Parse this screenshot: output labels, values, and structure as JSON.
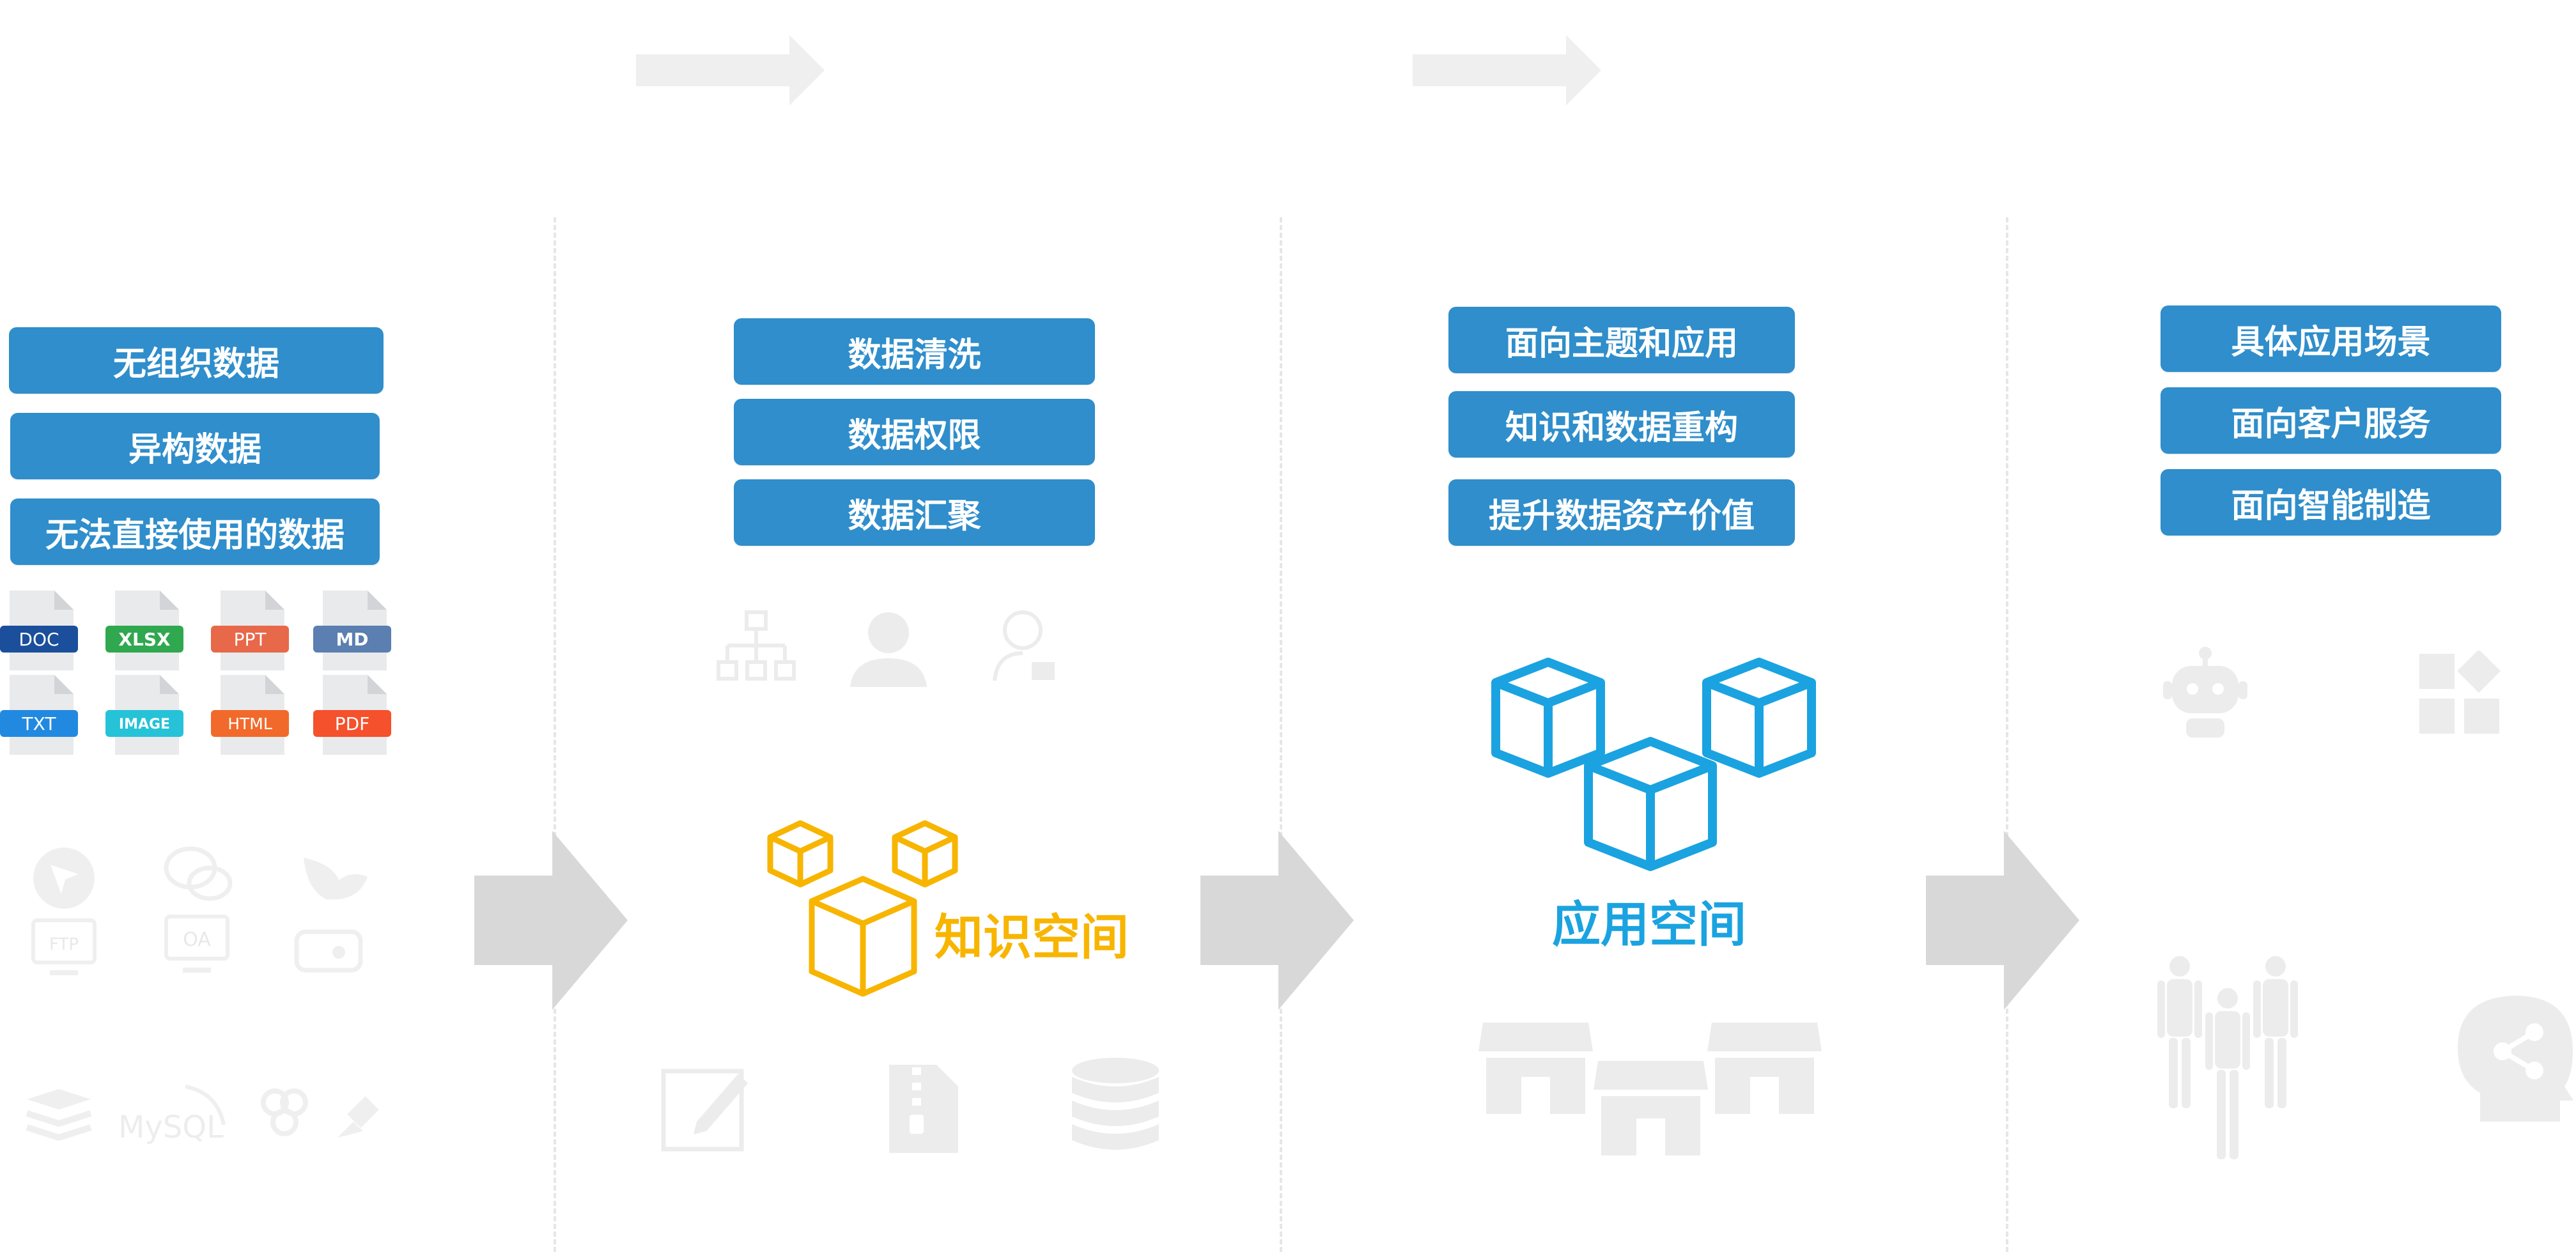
{
  "colors": {
    "pill_bg": "#2f8ecb",
    "knowledge_yellow": "#f7b500",
    "app_blue": "#1aa3e0",
    "arrow_gray": "#d8d8d8",
    "ghost_gray": "#eeeeee"
  },
  "column1": {
    "tags": [
      "无组织数据",
      "异构数据",
      "无法直接使用的数据"
    ],
    "file_types": [
      {
        "label": "DOC",
        "color": "#1b4f9c"
      },
      {
        "label": "XLSX",
        "color": "#2fa84f"
      },
      {
        "label": "PPT",
        "color": "#e8684a"
      },
      {
        "label": "MD",
        "color": "#5a7fb0"
      },
      {
        "label": "TXT",
        "color": "#2289e0"
      },
      {
        "label": "IMAGE",
        "color": "#26c2d8"
      },
      {
        "label": "HTML",
        "color": "#f16a2b"
      },
      {
        "label": "PDF",
        "color": "#f4512c"
      }
    ],
    "ghost_labels": {
      "ftp": "FTP",
      "oa": "OA",
      "mysql": "MySQL"
    }
  },
  "column2": {
    "tags": [
      "数据清洗",
      "数据权限",
      "数据汇聚"
    ],
    "space_label": "知识空间"
  },
  "column3": {
    "tags": [
      "面向主题和应用",
      "知识和数据重构",
      "提升数据资产价值"
    ],
    "space_label": "应用空间"
  },
  "column4": {
    "tags": [
      "具体应用场景",
      "面向客户服务",
      "面向智能制造"
    ]
  }
}
